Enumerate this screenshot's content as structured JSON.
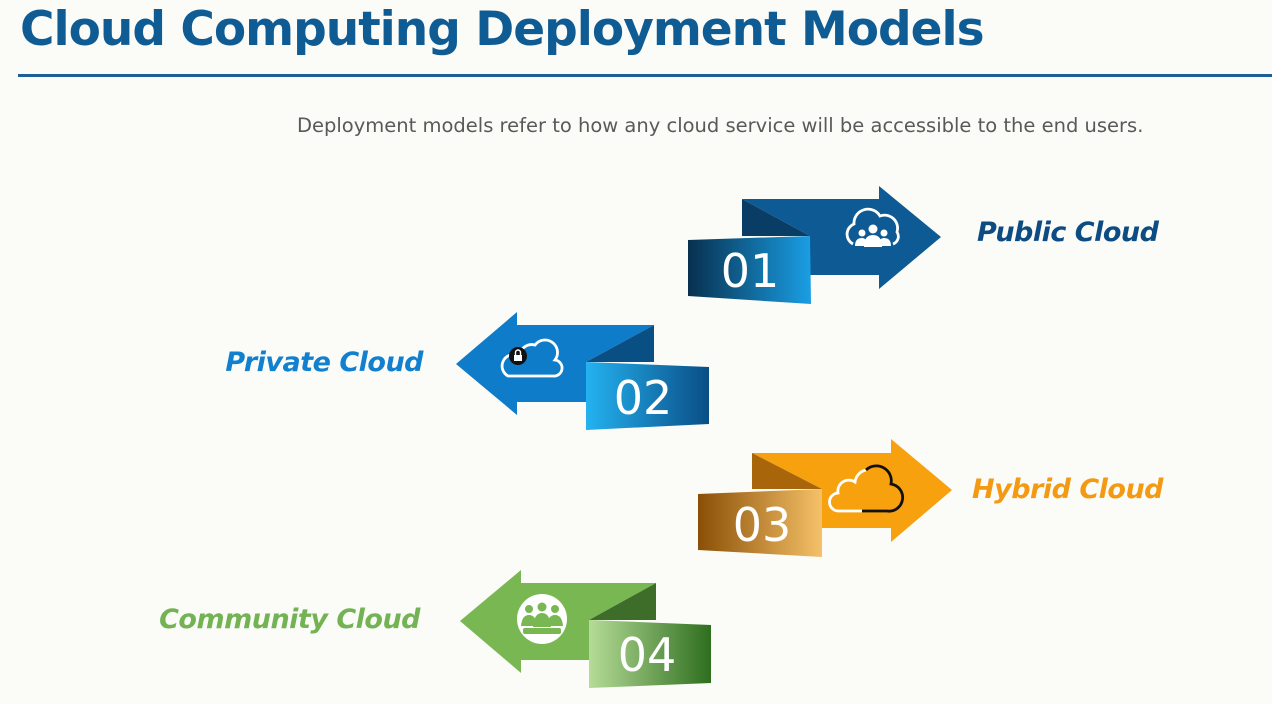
{
  "title": "Cloud Computing Deployment Models",
  "subtitle": "Deployment models refer to how any cloud service will be accessible to the end users.",
  "models": [
    {
      "number": "01",
      "label": "Public Cloud",
      "icon": "cloud-users-icon",
      "color": "#0d4c82"
    },
    {
      "number": "02",
      "label": "Private Cloud",
      "icon": "cloud-lock-icon",
      "color": "#1080cf"
    },
    {
      "number": "03",
      "label": "Hybrid Cloud",
      "icon": "hybrid-cloud-icon",
      "color": "#f39a12"
    },
    {
      "number": "04",
      "label": "Community Cloud",
      "icon": "community-group-icon",
      "color": "#73b354"
    }
  ]
}
